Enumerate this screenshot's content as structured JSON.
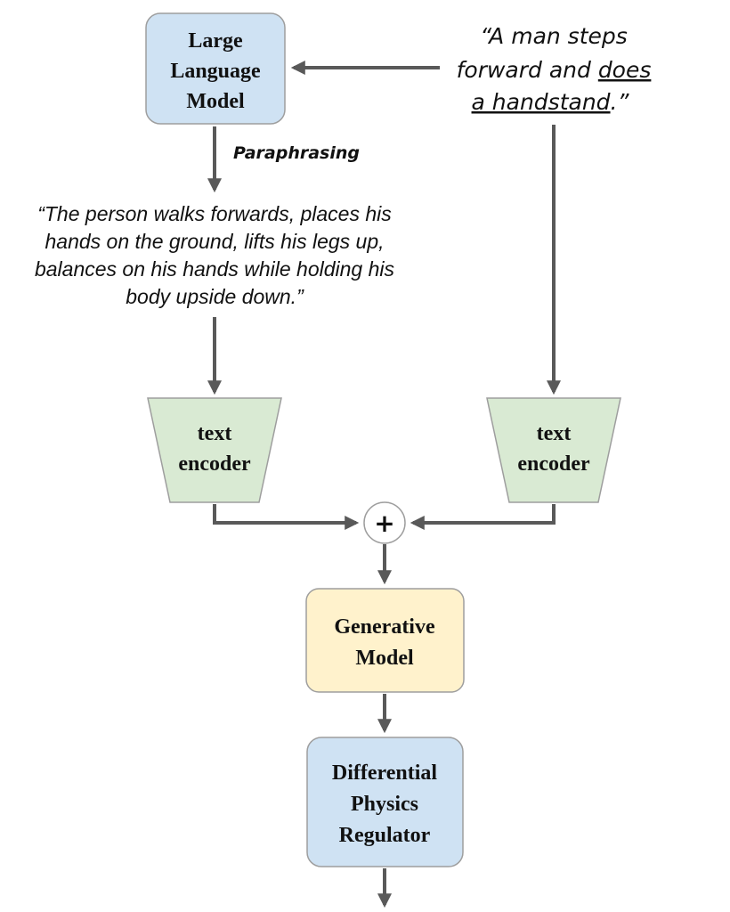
{
  "nodes": {
    "llm": {
      "lines": [
        "Large",
        "Language",
        "Model"
      ],
      "fill": "#cfe2f3",
      "stroke": "#9e9e9e"
    },
    "original_prompt": {
      "lines": [
        "“A man steps",
        "forward and ",
        "does",
        "a handstand",
        ".”"
      ]
    },
    "paraphrase": {
      "lines": [
        "“The person walks forwards, places his",
        "hands on the ground, lifts his legs up,",
        "balances on his hands while holding his",
        "body upside down.”"
      ]
    },
    "encoder_left": {
      "lines": [
        "text",
        "encoder"
      ],
      "fill": "#d9ead3",
      "stroke": "#9e9e9e"
    },
    "encoder_right": {
      "lines": [
        "text",
        "encoder"
      ],
      "fill": "#d9ead3",
      "stroke": "#9e9e9e"
    },
    "sum": {
      "symbol": "+"
    },
    "generative": {
      "lines": [
        "Generative",
        "Model"
      ],
      "fill": "#fff2cc",
      "stroke": "#9e9e9e"
    },
    "physics": {
      "lines": [
        "Differential",
        "Physics",
        "Regulator"
      ],
      "fill": "#cfe2f3",
      "stroke": "#9e9e9e"
    }
  },
  "edges": {
    "paraphrasing_label": "Paraphrasing"
  },
  "colors": {
    "arrow": "#595959",
    "text": "#111111"
  }
}
